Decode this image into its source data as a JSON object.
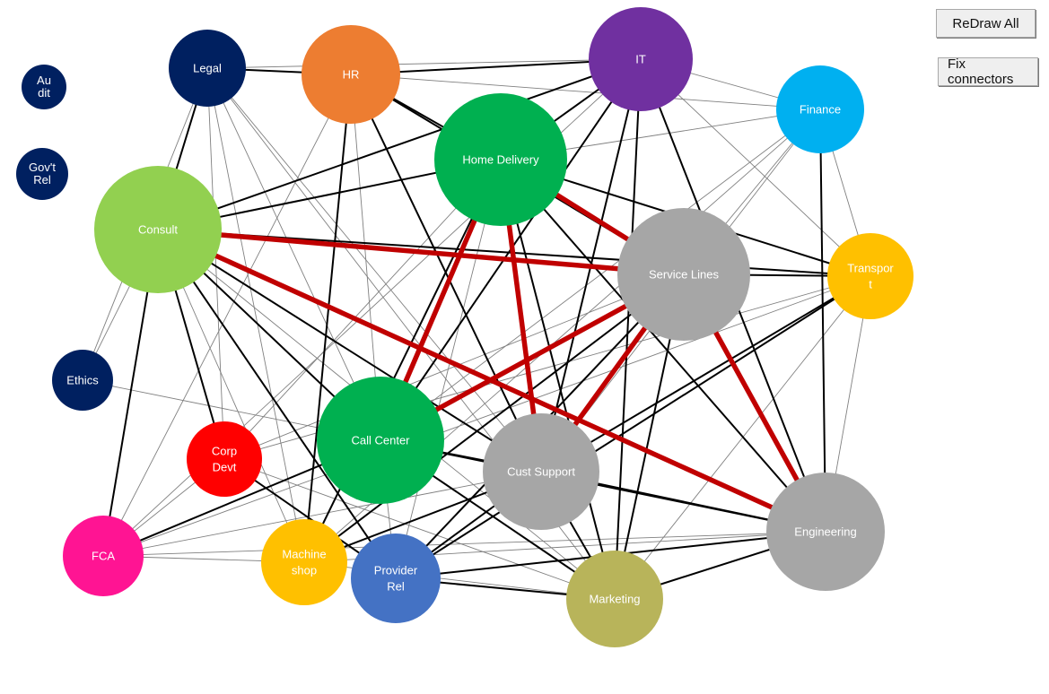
{
  "buttons": {
    "redraw": "ReDraw All",
    "fix": "Fix connectors"
  },
  "colors": {
    "navy": "#002060",
    "orange": "#ED7D31",
    "purple": "#7030A0",
    "light_blue": "#00B0F0",
    "dark_green": "#00B050",
    "light_green": "#92D050",
    "gray": "#A6A6A6",
    "gold": "#FFC000",
    "red": "#FF0000",
    "magenta": "#FF1493",
    "blue": "#4472C4",
    "olive": "#B8B45A",
    "edge_red": "#C00000",
    "edge_black": "#000000",
    "edge_gray": "#808080"
  },
  "nodes": [
    {
      "id": "audit",
      "lines": [
        "Au",
        "dit"
      ],
      "color": "#002060"
    },
    {
      "id": "govrel",
      "lines": [
        "Gov't",
        "Rel"
      ],
      "color": "#002060"
    },
    {
      "id": "legal",
      "lines": [
        "Legal"
      ],
      "color": "#002060"
    },
    {
      "id": "hr",
      "lines": [
        "HR"
      ],
      "color": "#ED7D31"
    },
    {
      "id": "it",
      "lines": [
        "IT"
      ],
      "color": "#7030A0"
    },
    {
      "id": "finance",
      "lines": [
        "Finance"
      ],
      "color": "#00B0F0"
    },
    {
      "id": "homedel",
      "lines": [
        "Home Delivery"
      ],
      "color": "#00B050"
    },
    {
      "id": "consult",
      "lines": [
        "Consult"
      ],
      "color": "#92D050"
    },
    {
      "id": "servicelines",
      "lines": [
        "Service Lines"
      ],
      "color": "#A6A6A6"
    },
    {
      "id": "transport",
      "lines": [
        "Transpor",
        "t"
      ],
      "color": "#FFC000"
    },
    {
      "id": "ethics",
      "lines": [
        "Ethics"
      ],
      "color": "#002060"
    },
    {
      "id": "corpdevt",
      "lines": [
        "Corp",
        "Devt"
      ],
      "color": "#FF0000"
    },
    {
      "id": "callcenter",
      "lines": [
        "Call Center"
      ],
      "color": "#00B050"
    },
    {
      "id": "custsupport",
      "lines": [
        "Cust Support"
      ],
      "color": "#A6A6A6"
    },
    {
      "id": "engineering",
      "lines": [
        "Engineering"
      ],
      "color": "#A6A6A6"
    },
    {
      "id": "fca",
      "lines": [
        "FCA"
      ],
      "color": "#FF1493"
    },
    {
      "id": "machineshop",
      "lines": [
        "Machine",
        "shop"
      ],
      "color": "#FFC000"
    },
    {
      "id": "providerrel",
      "lines": [
        "Provider",
        "Rel"
      ],
      "color": "#4472C4"
    },
    {
      "id": "marketing",
      "lines": [
        "Marketing"
      ],
      "color": "#B8B45A"
    }
  ],
  "edges": [
    {
      "a": "consult",
      "b": "servicelines",
      "style": "strong"
    },
    {
      "a": "consult",
      "b": "engineering",
      "style": "strong"
    },
    {
      "a": "homedel",
      "b": "callcenter",
      "style": "strong"
    },
    {
      "a": "homedel",
      "b": "custsupport",
      "style": "strong"
    },
    {
      "a": "homedel",
      "b": "servicelines",
      "style": "strong"
    },
    {
      "a": "servicelines",
      "b": "callcenter",
      "style": "strong"
    },
    {
      "a": "servicelines",
      "b": "custsupport",
      "style": "strong"
    },
    {
      "a": "servicelines",
      "b": "engineering",
      "style": "strong"
    },
    {
      "a": "legal",
      "b": "consult",
      "style": "medium"
    },
    {
      "a": "hr",
      "b": "homedel",
      "style": "medium"
    },
    {
      "a": "hr",
      "b": "it",
      "style": "medium"
    },
    {
      "a": "hr",
      "b": "servicelines",
      "style": "medium"
    },
    {
      "a": "hr",
      "b": "machineshop",
      "style": "medium"
    },
    {
      "a": "hr",
      "b": "custsupport",
      "style": "medium"
    },
    {
      "a": "it",
      "b": "homedel",
      "style": "medium"
    },
    {
      "a": "it",
      "b": "callcenter",
      "style": "medium"
    },
    {
      "a": "it",
      "b": "custsupport",
      "style": "medium"
    },
    {
      "a": "it",
      "b": "marketing",
      "style": "medium"
    },
    {
      "a": "it",
      "b": "engineering",
      "style": "medium"
    },
    {
      "a": "it",
      "b": "consult",
      "style": "medium"
    },
    {
      "a": "finance",
      "b": "engineering",
      "style": "medium"
    },
    {
      "a": "homedel",
      "b": "consult",
      "style": "medium"
    },
    {
      "a": "homedel",
      "b": "transport",
      "style": "medium"
    },
    {
      "a": "homedel",
      "b": "engineering",
      "style": "medium"
    },
    {
      "a": "homedel",
      "b": "machineshop",
      "style": "medium"
    },
    {
      "a": "homedel",
      "b": "marketing",
      "style": "medium"
    },
    {
      "a": "consult",
      "b": "transport",
      "style": "medium"
    },
    {
      "a": "consult",
      "b": "custsupport",
      "style": "medium"
    },
    {
      "a": "consult",
      "b": "providerrel",
      "style": "medium"
    },
    {
      "a": "consult",
      "b": "corpdevt",
      "style": "medium"
    },
    {
      "a": "consult",
      "b": "callcenter",
      "style": "medium"
    },
    {
      "a": "consult",
      "b": "fca",
      "style": "medium"
    },
    {
      "a": "servicelines",
      "b": "transport",
      "style": "medium"
    },
    {
      "a": "servicelines",
      "b": "providerrel",
      "style": "medium"
    },
    {
      "a": "servicelines",
      "b": "marketing",
      "style": "medium"
    },
    {
      "a": "servicelines",
      "b": "machineshop",
      "style": "medium"
    },
    {
      "a": "transport",
      "b": "custsupport",
      "style": "medium"
    },
    {
      "a": "transport",
      "b": "providerrel",
      "style": "medium"
    },
    {
      "a": "callcenter",
      "b": "custsupport",
      "style": "medium"
    },
    {
      "a": "callcenter",
      "b": "fca",
      "style": "medium"
    },
    {
      "a": "callcenter",
      "b": "marketing",
      "style": "medium"
    },
    {
      "a": "callcenter",
      "b": "engineering",
      "style": "medium"
    },
    {
      "a": "custsupport",
      "b": "engineering",
      "style": "medium"
    },
    {
      "a": "custsupport",
      "b": "marketing",
      "style": "medium"
    },
    {
      "a": "custsupport",
      "b": "providerrel",
      "style": "medium"
    },
    {
      "a": "custsupport",
      "b": "machineshop",
      "style": "medium"
    },
    {
      "a": "engineering",
      "b": "marketing",
      "style": "medium"
    },
    {
      "a": "engineering",
      "b": "providerrel",
      "style": "medium"
    },
    {
      "a": "providerrel",
      "b": "marketing",
      "style": "medium"
    },
    {
      "a": "corpdevt",
      "b": "providerrel",
      "style": "medium"
    },
    {
      "a": "hr",
      "b": "legal",
      "style": "medium"
    },
    {
      "a": "legal",
      "b": "it",
      "style": "light"
    },
    {
      "a": "legal",
      "b": "custsupport",
      "style": "light"
    },
    {
      "a": "legal",
      "b": "corpdevt",
      "style": "light"
    },
    {
      "a": "legal",
      "b": "marketing",
      "style": "light"
    },
    {
      "a": "legal",
      "b": "machineshop",
      "style": "light"
    },
    {
      "a": "legal",
      "b": "callcenter",
      "style": "light"
    },
    {
      "a": "hr",
      "b": "finance",
      "style": "light"
    },
    {
      "a": "hr",
      "b": "fca",
      "style": "light"
    },
    {
      "a": "hr",
      "b": "callcenter",
      "style": "light"
    },
    {
      "a": "it",
      "b": "finance",
      "style": "light"
    },
    {
      "a": "it",
      "b": "transport",
      "style": "light"
    },
    {
      "a": "it",
      "b": "fca",
      "style": "light"
    },
    {
      "a": "finance",
      "b": "homedel",
      "style": "light"
    },
    {
      "a": "finance",
      "b": "transport",
      "style": "light"
    },
    {
      "a": "finance",
      "b": "callcenter",
      "style": "light"
    },
    {
      "a": "finance",
      "b": "custsupport",
      "style": "light"
    },
    {
      "a": "finance",
      "b": "servicelines",
      "style": "light"
    },
    {
      "a": "finance",
      "b": "machineshop",
      "style": "light"
    },
    {
      "a": "consult",
      "b": "ethics",
      "style": "light"
    },
    {
      "a": "consult",
      "b": "machineshop",
      "style": "light"
    },
    {
      "a": "consult",
      "b": "marketing",
      "style": "light"
    },
    {
      "a": "ethics",
      "b": "legal",
      "style": "light"
    },
    {
      "a": "ethics",
      "b": "callcenter",
      "style": "light"
    },
    {
      "a": "corpdevt",
      "b": "fca",
      "style": "light"
    },
    {
      "a": "corpdevt",
      "b": "servicelines",
      "style": "light"
    },
    {
      "a": "corpdevt",
      "b": "transport",
      "style": "light"
    },
    {
      "a": "corpdevt",
      "b": "marketing",
      "style": "light"
    },
    {
      "a": "corpdevt",
      "b": "homedel",
      "style": "light"
    },
    {
      "a": "fca",
      "b": "engineering",
      "style": "light"
    },
    {
      "a": "fca",
      "b": "machineshop",
      "style": "light"
    },
    {
      "a": "fca",
      "b": "transport",
      "style": "light"
    },
    {
      "a": "machineshop",
      "b": "engineering",
      "style": "light"
    },
    {
      "a": "machineshop",
      "b": "marketing",
      "style": "light"
    },
    {
      "a": "providerrel",
      "b": "homedel",
      "style": "light"
    },
    {
      "a": "transport",
      "b": "engineering",
      "style": "light"
    },
    {
      "a": "transport",
      "b": "marketing",
      "style": "light"
    },
    {
      "a": "callcenter",
      "b": "providerrel",
      "style": "light"
    },
    {
      "a": "custsupport",
      "b": "fca",
      "style": "light"
    }
  ]
}
